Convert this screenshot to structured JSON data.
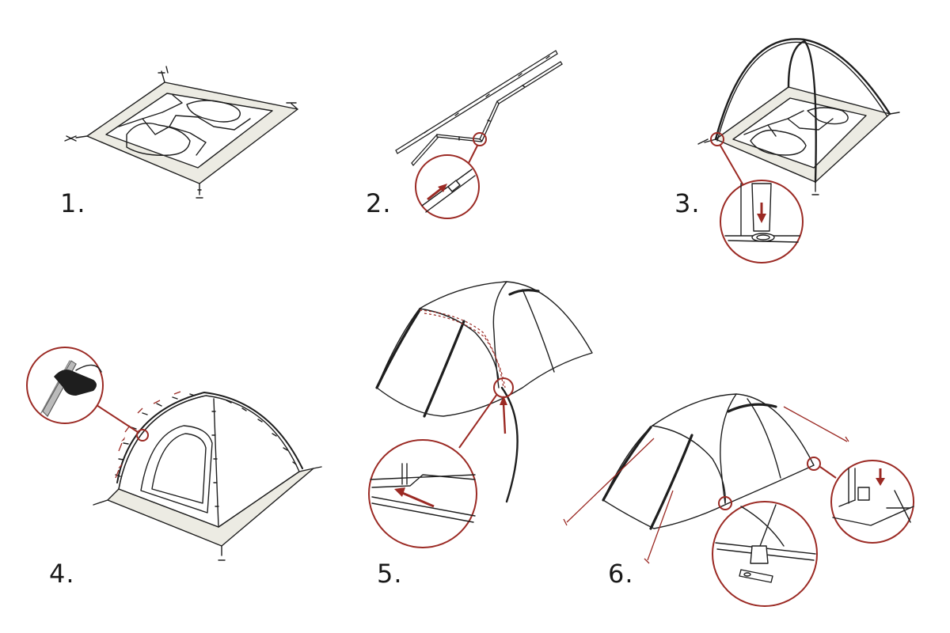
{
  "colors": {
    "ink": "#1e1e1e",
    "accent": "#9b2a24",
    "floor_band": "#ecebe3",
    "background": "#ffffff"
  },
  "steps": [
    {
      "label": "1.",
      "depicts": "tent floor laid flat with corner stake loops"
    },
    {
      "label": "2.",
      "depicts": "assembling shock-corded pole sections"
    },
    {
      "label": "3.",
      "depicts": "inserting pole tips into corner grommets"
    },
    {
      "label": "4.",
      "depicts": "attaching tent body clips to poles"
    },
    {
      "label": "5.",
      "depicts": "sliding pole through fly sleeve"
    },
    {
      "label": "6.",
      "depicts": "buckling fly corners and staking guylines"
    }
  ]
}
